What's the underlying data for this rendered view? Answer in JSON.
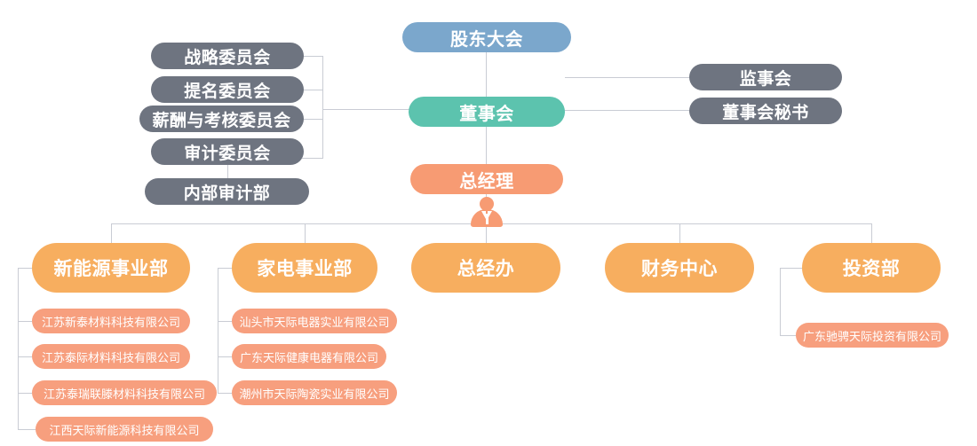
{
  "chart_meta": {
    "type": "org-chart",
    "title": "企业组织架构图",
    "colors": {
      "shareholders": "#7ba7cc",
      "board": "#5cc3ae",
      "general_manager": "#f79b73",
      "committee": "#6e7480",
      "department": "#f7ae5f",
      "subsidiary": "#f79f7e",
      "connector": "#c9ccd4",
      "background": "#ffffff"
    }
  },
  "governance": {
    "shareholders_meeting": "股东大会",
    "board_of_directors": "董事会",
    "general_manager": "总经理",
    "supervisory_board": "监事会",
    "board_secretary": "董事会秘书"
  },
  "committees": [
    {
      "label": "战略委员会"
    },
    {
      "label": "提名委员会"
    },
    {
      "label": "薪酬与考核委员会"
    },
    {
      "label": "审计委员会"
    }
  ],
  "internal_audit": {
    "label": "内部审计部"
  },
  "departments": [
    {
      "label": "新能源事业部",
      "subsidiaries": [
        "江苏新泰材料科技有限公司",
        "江苏泰际材料科技有限公司",
        "江苏泰瑞联滕材料科技有限公司",
        "江西天际新能源科技有限公司"
      ]
    },
    {
      "label": "家电事业部",
      "subsidiaries": [
        "汕头市天际电器实业有限公司",
        "广东天际健康电器有限公司",
        "潮州市天际陶瓷实业有限公司"
      ]
    },
    {
      "label": "总经办",
      "subsidiaries": []
    },
    {
      "label": "财务中心",
      "subsidiaries": []
    },
    {
      "label": "投资部",
      "subsidiaries": [
        "广东驰骋天际投资有限公司"
      ]
    }
  ],
  "icons": {
    "manager": "manager-person-icon"
  }
}
